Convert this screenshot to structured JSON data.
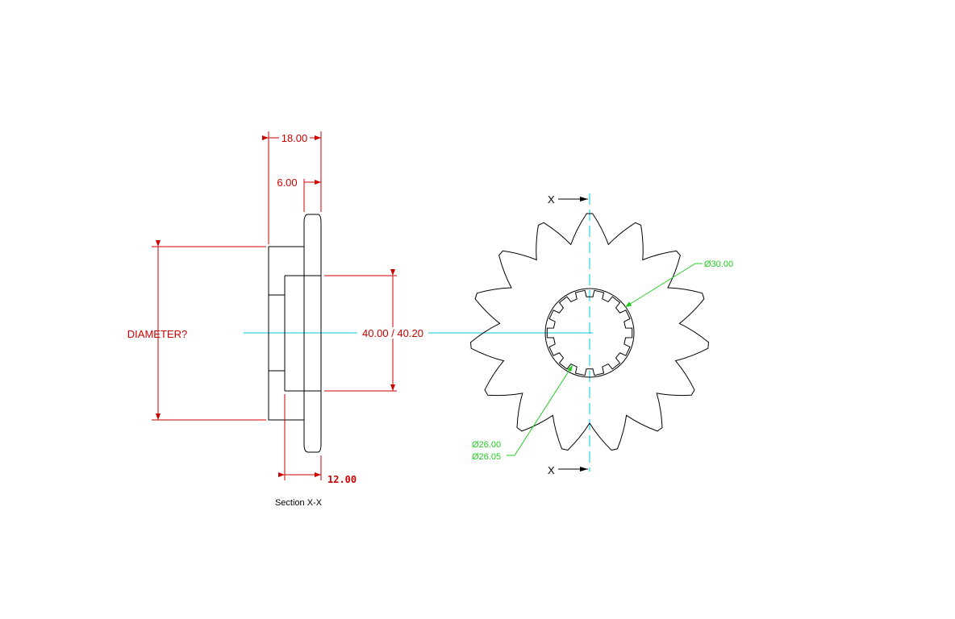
{
  "colors": {
    "outline": "#000000",
    "dimension": "#cc0000",
    "centerline": "#00c8d8",
    "leader": "#22cc22",
    "background": "#ffffff"
  },
  "section_view": {
    "width_dim": "18.00",
    "flange_dim": "6.00",
    "diameter_label": "DIAMETER?",
    "bore_dim": "40.00 / 40.20",
    "hub_dim": "12.00",
    "caption": "Section X-X"
  },
  "front_view": {
    "section_marker_top": "X",
    "section_marker_bottom": "X",
    "outer_spline_dia": "Ø30.00",
    "inner_spline_dia_1": "Ø26.00",
    "inner_spline_dia_2": "Ø26.05",
    "tooth_count": 15,
    "spline_count": 14
  }
}
